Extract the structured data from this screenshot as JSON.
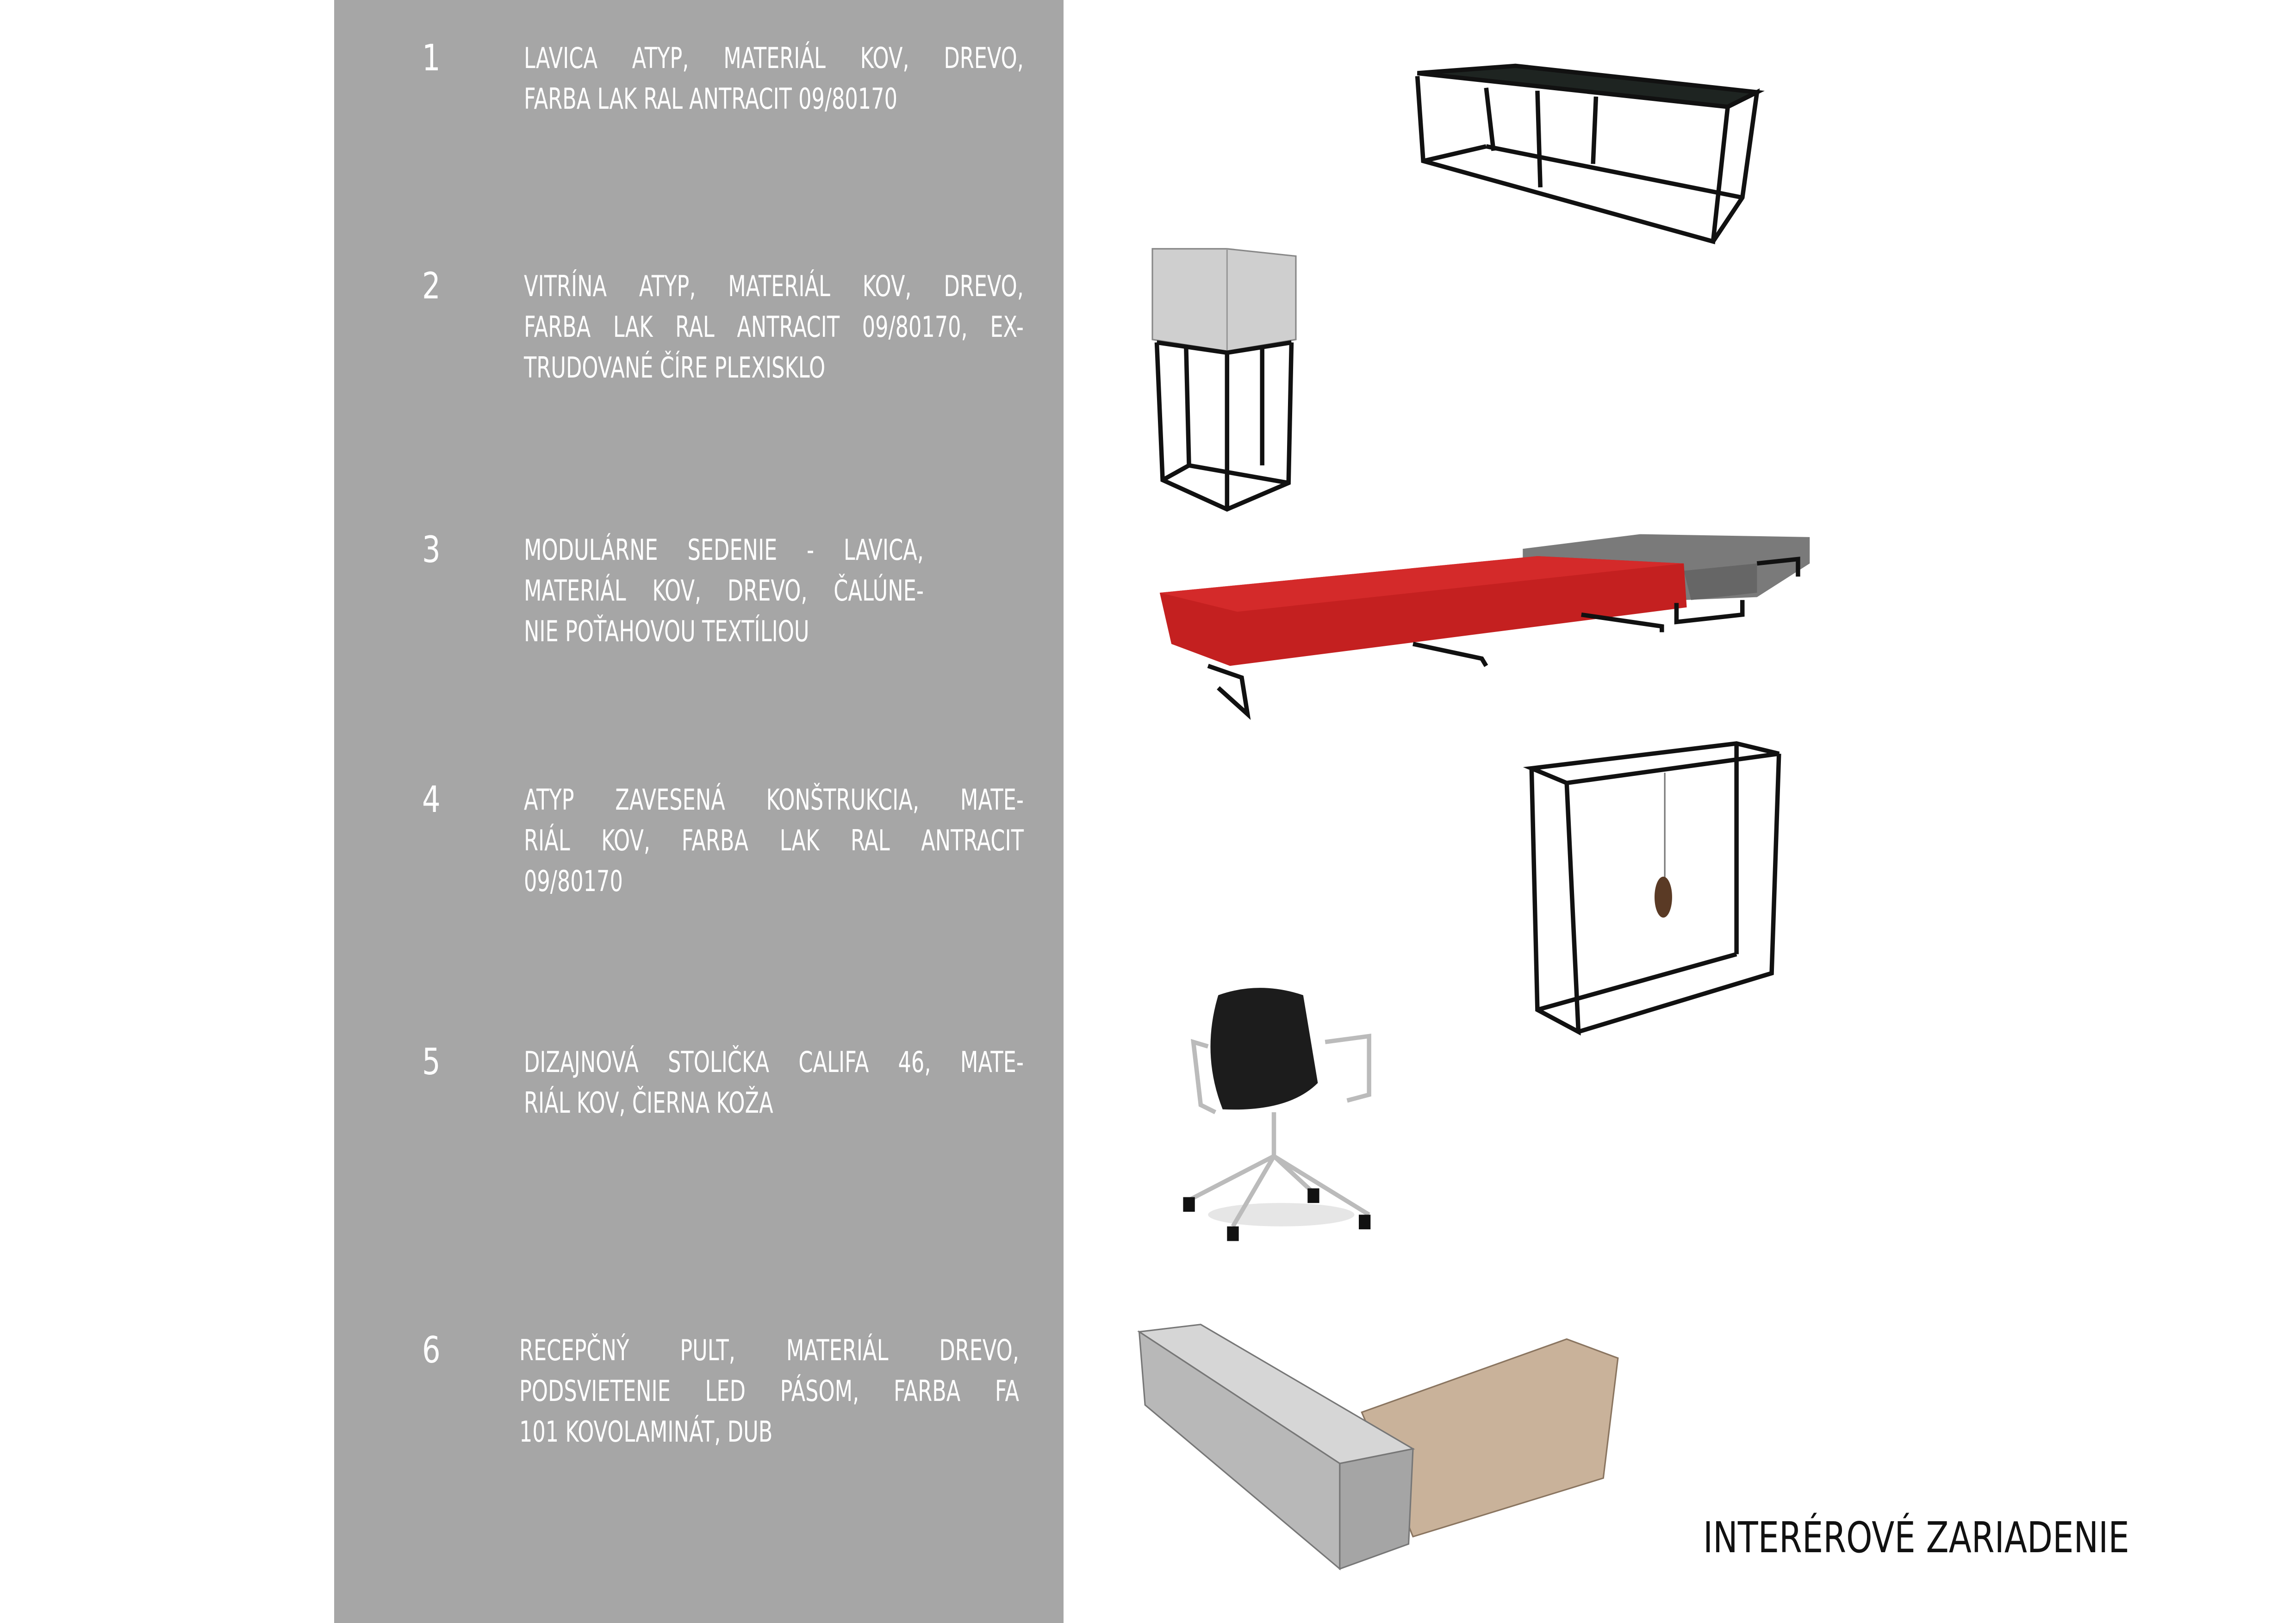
{
  "items": [
    {
      "number": "1",
      "lines": [
        "LAVICA ATYP, MATERIÁL KOV, DREVO,",
        "FARBA LAK RAL ANTRACIT 09/80170"
      ]
    },
    {
      "number": "2",
      "lines": [
        "VITRÍNA ATYP, MATERIÁL KOV, DREVO,",
        "FARBA LAK RAL ANTRACIT 09/80170, EX-",
        "TRUDOVANÉ ČÍRE PLEXISKLO"
      ]
    },
    {
      "number": "3",
      "lines": [
        "MODULÁRNE SEDENIE - LAVICA,",
        "MATERIÁL KOV, DREVO, ČALÚNE-",
        "NIE POŤAHOVOU TEXTÍLIOU"
      ]
    },
    {
      "number": "4",
      "lines": [
        "ATYP ZAVESENÁ KONŠTRUKCIA, MATE-",
        "RIÁL KOV, FARBA LAK RAL ANTRACIT",
        "09/80170"
      ]
    },
    {
      "number": "5",
      "lines": [
        "DIZAJNOVÁ STOLIČKA CALIFA 46, MATE-",
        "RIÁL KOV, ČIERNA KOŽA"
      ]
    },
    {
      "number": "6",
      "lines": [
        "RECEPČNÝ PULT, MATERIÁL DREVO,",
        "PODSVIETENIE LED PÁSOM, FARBA FA",
        "101 KOVOLAMINÁT, DUB"
      ]
    }
  ],
  "title": "INTERÉROVÉ ZARIADENIE",
  "colors": {
    "panel": "#a6a6a6",
    "seat_red": "#c42020",
    "seat_gray": "#7a7a7a",
    "frame": "#111111",
    "oak": "#c9b29a"
  }
}
